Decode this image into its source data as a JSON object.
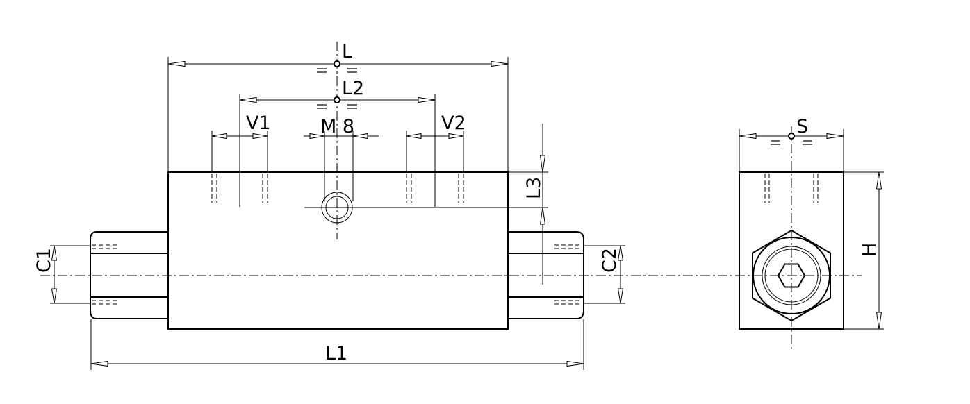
{
  "dimensions": {
    "L": "L",
    "L1": "L1",
    "L2": "L2",
    "L3": "L3",
    "V1": "V1",
    "V2": "V2",
    "M8": "M 8",
    "C1": "C1",
    "C2": "C2",
    "S": "S",
    "H": "H"
  }
}
